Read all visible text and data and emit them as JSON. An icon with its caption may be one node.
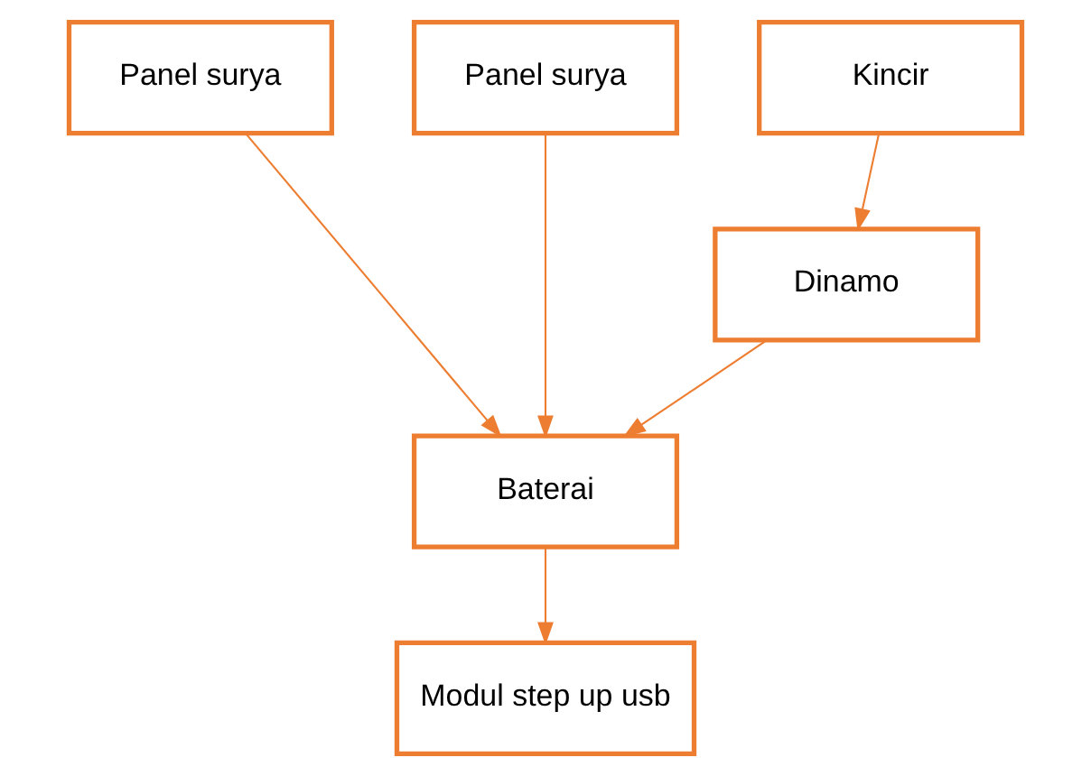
{
  "diagram": {
    "nodes": [
      {
        "text": [
          "Panel surya"
        ]
      },
      {
        "text": [
          "Panel surya"
        ]
      },
      {
        "text": [
          "Kincir"
        ]
      },
      {
        "text": [
          "Dinamo"
        ]
      },
      {
        "text": [
          "Baterai"
        ]
      },
      {
        "text": [
          "Modul step up usb"
        ]
      }
    ],
    "edges": [
      {
        "from": 0,
        "to": 4,
        "arrow": "to"
      },
      {
        "from": 1,
        "to": 4,
        "arrow": "to"
      },
      {
        "from": 2,
        "to": 3,
        "arrow": "to"
      },
      {
        "from": 3,
        "to": 4,
        "arrow": "to"
      },
      {
        "from": 4,
        "to": 5,
        "arrow": "to"
      }
    ]
  }
}
